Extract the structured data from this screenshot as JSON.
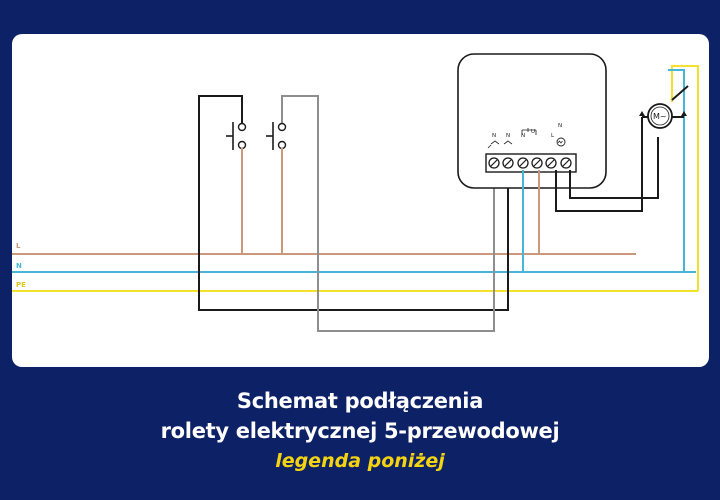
{
  "diagram": {
    "wire_labels": {
      "live": "L",
      "neutral": "N",
      "earth": "PE"
    },
    "terminal_labels": {
      "t1": "N",
      "t2": "N",
      "t3": "N",
      "t4": "U",
      "t5": "L",
      "t6": "N"
    },
    "motor_label": "M~",
    "colors": {
      "live": "#c9997a",
      "neutral": "#46b5d8",
      "earth": "#f2e22c",
      "black": "#1a1a1a",
      "grey": "#8e8e8e"
    }
  },
  "caption": {
    "line1": "Schemat podłączenia",
    "line2": "rolety elektrycznej 5-przewodowej",
    "legend": "legenda poniżej"
  }
}
